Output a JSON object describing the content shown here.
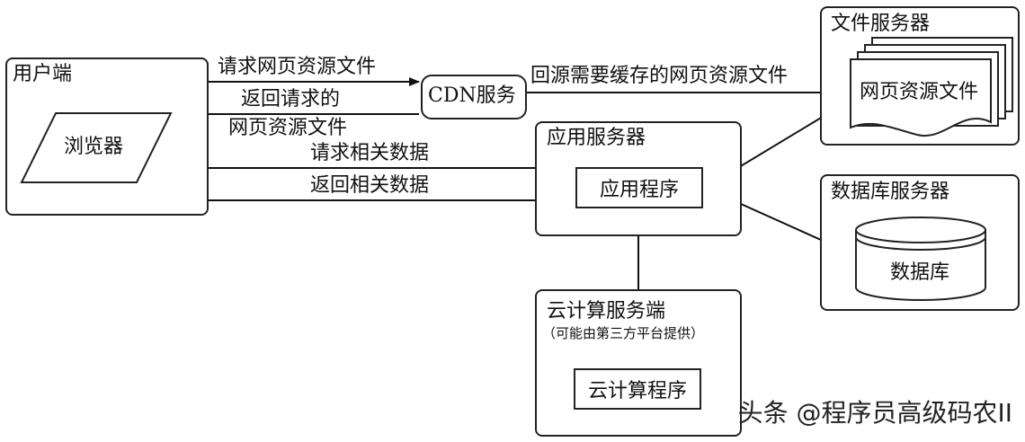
{
  "nodes": {
    "client": {
      "title": "用户端",
      "browser": "浏览器"
    },
    "cdn": {
      "label": "CDN服务"
    },
    "file_server": {
      "title": "文件服务器",
      "doc": "网页资源文件"
    },
    "app_server": {
      "title": "应用服务器",
      "program": "应用程序"
    },
    "db_server": {
      "title": "数据库服务器",
      "db": "数据库"
    },
    "cloud": {
      "title": "云计算服务端",
      "subtitle": "（可能由第三方平台提供）",
      "program": "云计算程序"
    }
  },
  "edges": {
    "req_resources": "请求网页资源文件",
    "return_line1": "返回请求的",
    "return_line2": "网页资源文件",
    "origin_fetch": "回源需要缓存的网页资源文件",
    "req_data": "请求相关数据",
    "return_data": "返回相关数据"
  },
  "watermark": "头条 @程序员高级码农II"
}
